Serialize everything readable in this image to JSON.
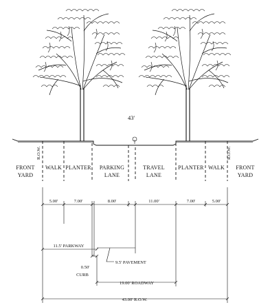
{
  "labels": {
    "width_43": "43'",
    "row_left": "R.O.W.",
    "row_right": "R.O.W.",
    "front_yard_left": [
      "FRONT",
      "YARD"
    ],
    "walk_left": "WALK",
    "planter_left": "PLANTER",
    "parking_lane": [
      "PARKING",
      "LANE"
    ],
    "travel_lane": [
      "TRAVEL",
      "LANE"
    ],
    "planter_right": "PLANTER",
    "walk_right": "WALK",
    "front_yard_right": [
      "FRONT",
      "YARD"
    ]
  },
  "dimensions": {
    "walk_left": "5.00'",
    "planter_left": "7.00'",
    "parking": "8.00'",
    "travel": "11.00'",
    "planter_right": "7.00'",
    "walk_right": "5.00'",
    "parkway": "11.5' PARKWAY",
    "curb_value": "0.50'",
    "curb_label": "CURB",
    "pavement": "9.5' PAVEMENT",
    "roadway": "19.00' ROADWAY",
    "row_total": "43.00' R.O.W."
  }
}
